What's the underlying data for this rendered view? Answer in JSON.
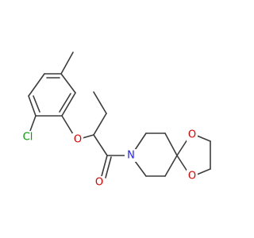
{
  "atoms": {
    "chlorine": {
      "label": "Cl",
      "color": "#00a000"
    },
    "ether_oxygen": {
      "label": "O",
      "color": "#e00000"
    },
    "carbonyl_oxygen": {
      "label": "O",
      "color": "#e00000"
    },
    "amide_nitrogen": {
      "label": "N",
      "color": "#2020ff"
    },
    "ketal_oxygen_top": {
      "label": "O",
      "color": "#e00000"
    },
    "ketal_oxygen_bottom": {
      "label": "O",
      "color": "#e00000"
    }
  },
  "colors": {
    "bond": "#3c3c3c",
    "background": "#ffffff"
  }
}
